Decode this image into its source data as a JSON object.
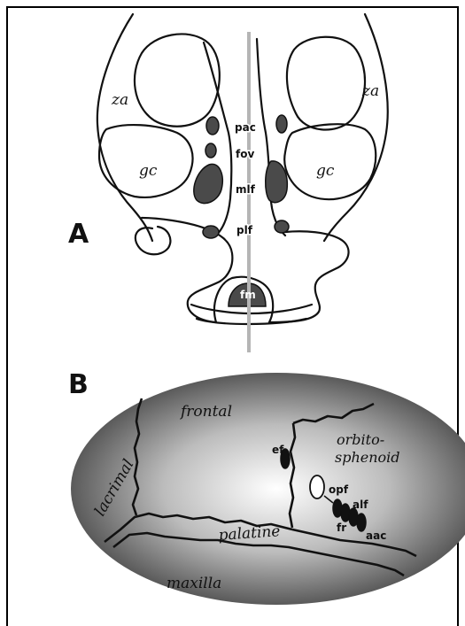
{
  "panels": [
    {
      "letter": "A",
      "labels": {
        "za_left": "za",
        "za_right": "za",
        "gc_left": "gc",
        "gc_right": "gc",
        "pac": "pac",
        "fov": "fov",
        "mlf": "mlf",
        "plf": "plf",
        "fm": "fm"
      }
    },
    {
      "letter": "B",
      "labels": {
        "frontal": "frontal",
        "orbito": "orbito-",
        "sphenoid": "sphenoid",
        "lacrimal": "lacrimal",
        "palatine": "palatine",
        "maxilla": "maxilla",
        "ef": "ef",
        "opf": "opf",
        "alf": "alf",
        "fr": "fr",
        "aac": "aac"
      }
    }
  ],
  "colors": {
    "ink": "#111111",
    "foramen_fill": "#4a4a4a",
    "oval_center": "#ffffff",
    "oval_edge": "#5a5a5a",
    "midline": "#b5b5b5"
  }
}
